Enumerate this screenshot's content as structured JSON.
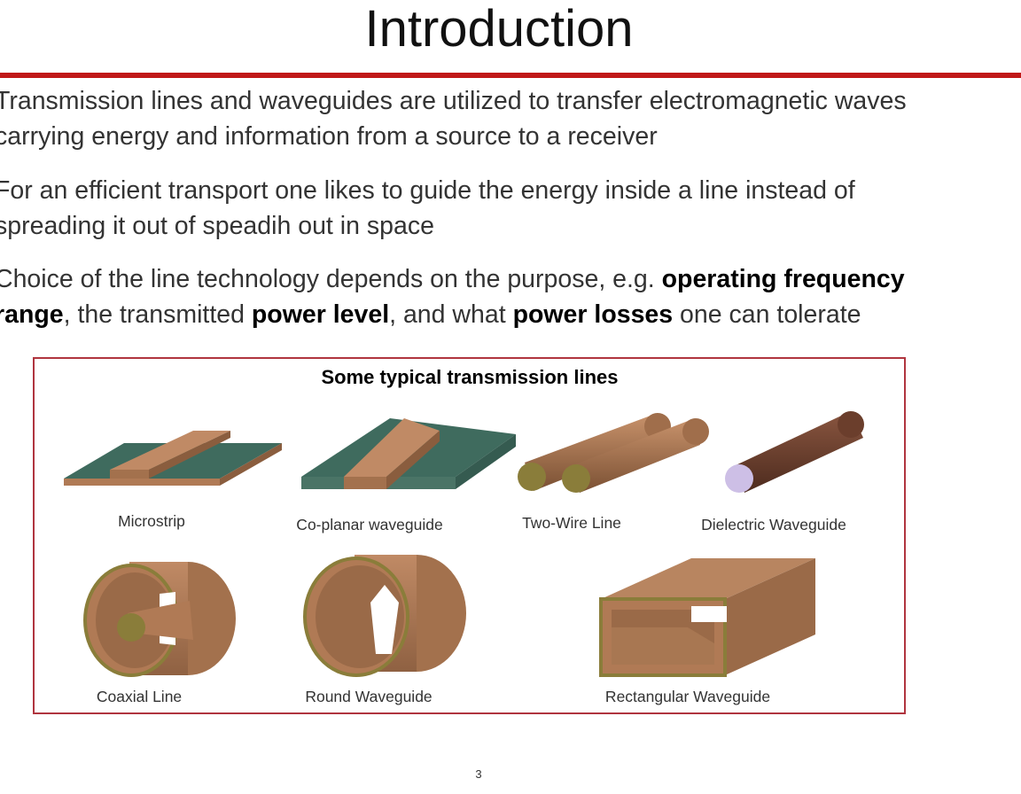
{
  "slide": {
    "title": "Introduction",
    "page_number": "3"
  },
  "paragraphs": [
    {
      "line1": "Transmission lines and waveguides are utilized to transfer electromagnetic waves",
      "line2": "carrying energy and information from a source to a receiver"
    },
    {
      "line1": "For an efficient transport one likes to guide the energy inside a line instead of",
      "line2": "spreading it out of speadih out in space"
    },
    {
      "line1_a": "Choice of the line technology depends on the purpose, e.g. ",
      "line1_b": "operating frequency",
      "line2_a": "range",
      "line2_b": ", the transmitted ",
      "line2_c": "power level",
      "line2_d": ", and what ",
      "line2_e": "power losses",
      "line2_f": " one can tolerate"
    }
  ],
  "figure": {
    "title": "Some typical transmission lines",
    "labels": {
      "microstrip": "Microstrip",
      "coplanar": "Co-planar waveguide",
      "two_wire": "Two-Wire Line",
      "dielectric": "Dielectric Waveguide",
      "coaxial": "Coaxial Line",
      "round": "Round Waveguide",
      "rectangular": "Rectangular Waveguide"
    },
    "colors": {
      "substrate_green": "#3f6b5e",
      "copper": "#b07a55",
      "copper_dark": "#7f5536",
      "olive_end": "#8a7d3a",
      "dielectric_rod": "#6b3e2c",
      "dielectric_end": "#cdbfe6",
      "frame_border": "#b0353f",
      "title_rule": "#c01818"
    }
  }
}
